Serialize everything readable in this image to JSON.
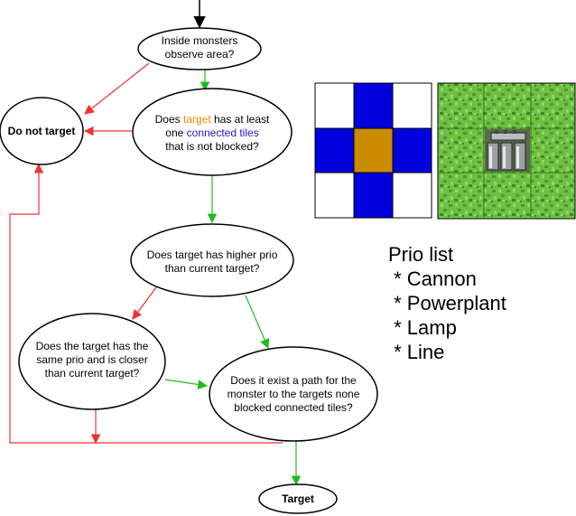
{
  "flowchart": {
    "q_observe": [
      "Inside monsters",
      "observe area?"
    ],
    "do_not_target": "Do not target",
    "q_connected": {
      "line1_pre": "Does ",
      "line1_target": "target",
      "line1_post": " has at least",
      "line2_pre": "one ",
      "line2_link": "connected tiles",
      "line3": "that is not blocked?"
    },
    "q_higher_prio": [
      "Does target has higher prio",
      "than current target?"
    ],
    "q_same_prio": [
      "Does the target has the",
      "same prio and is closer",
      "than current target?"
    ],
    "q_path": [
      "Does it exist a path for the",
      "monster to the targets none",
      "blocked connected tiles?"
    ],
    "target": "Target"
  },
  "prio_list": {
    "title": "Prio list",
    "items": [
      " * Cannon",
      " * Powerplant",
      " * Lamp",
      " * Line"
    ]
  },
  "colors": {
    "yes_arrow": "#22bb22",
    "no_arrow": "#ee3333",
    "target_word": "#e08a00",
    "connected_tiles_word": "#1a1acc",
    "grid_blue": "#0000dd",
    "grid_center": "#cc8c00",
    "grass_light": "#7ec850",
    "grass_dark": "#4f9a2a"
  }
}
